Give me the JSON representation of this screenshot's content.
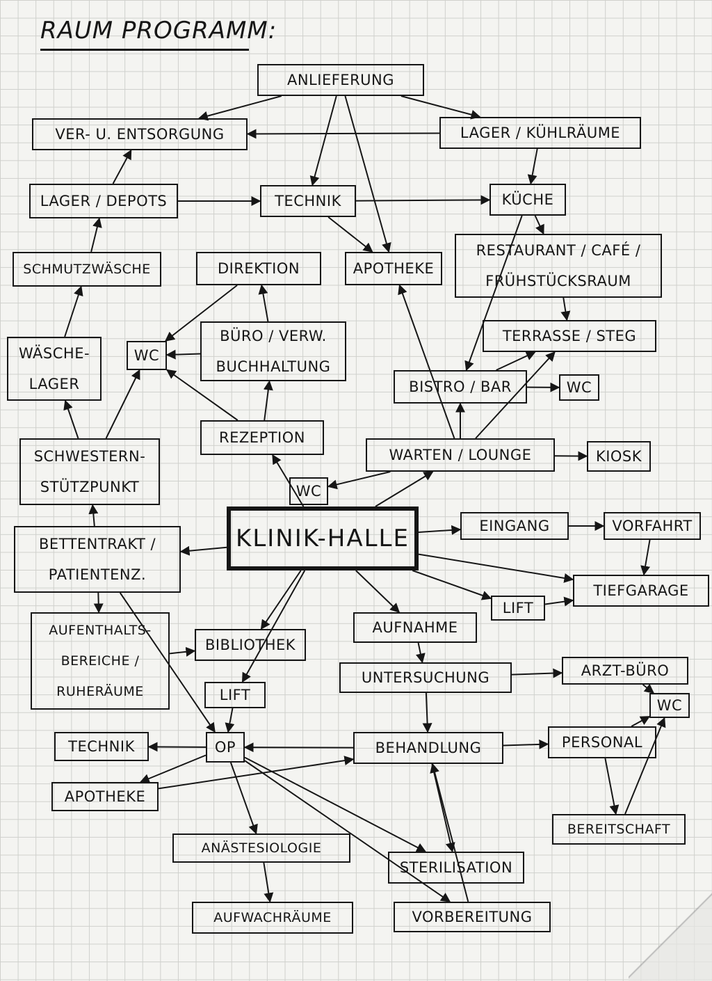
{
  "title": "RAUM PROGRAMM:",
  "nodes": {
    "anlieferung": "ANLIEFERUNG",
    "ver_entsorgung": "VER- U. ENTSORGUNG",
    "lager_kuehl": "LAGER / KÜHLRÄUME",
    "lager_depots": "LAGER / DEPOTS",
    "technik_top": "TECHNIK",
    "kueche": "KÜCHE",
    "schmutzwaesche": "SCHMUTZWÄSCHE",
    "direktion": "DIREKTION",
    "apotheke_top": "APOTHEKE",
    "restaurant": "RESTAURANT / CAFÉ /\nFRÜHSTÜCKSRAUM",
    "waeschelager": "WÄSCHE-\nLAGER",
    "wc_left": "WC",
    "buero": "BÜRO / VERW.\nBUCHHALTUNG",
    "terrasse": "TERRASSE / STEG",
    "bistro": "BISTRO / BAR",
    "wc_bistro": "WC",
    "schwestern": "SCHWESTERN-\nSTÜTZPUNKT",
    "rezeption": "REZEPTION",
    "warten": "WARTEN / LOUNGE",
    "kiosk": "KIOSK",
    "wc_center": "WC",
    "bettentrakt": "BETTENTRAKT /\nPATIENTENZ.",
    "klinik_halle": "KLINIK-HALLE",
    "eingang": "EINGANG",
    "vorfahrt": "VORFAHRT",
    "tiefgarage": "TIEFGARAGE",
    "lift_right": "LIFT",
    "aufenthalt": "AUFENTHALTS-\nBEREICHE /\nRUHERÄUME",
    "bibliothek": "BIBLIOTHEK",
    "aufnahme": "AUFNAHME",
    "untersuchung": "UNTERSUCHUNG",
    "arzt_buero": "ARZT-BÜRO",
    "lift_left": "LIFT",
    "wc_right": "WC",
    "technik_bottom": "TECHNIK",
    "op": "OP",
    "behandlung": "BEHANDLUNG",
    "personal": "PERSONAL",
    "apotheke_bottom": "APOTHEKE",
    "bereitschaft": "BEREITSCHAFT",
    "anaestesiologie": "ANÄSTESIOLOGIE",
    "sterilisation": "STERILISATION",
    "aufwachraeume": "AUFWACHRÄUME",
    "vorbereitung": "VORBEREITUNG"
  },
  "edges": [
    [
      "anlieferung",
      "ver_entsorgung"
    ],
    [
      "anlieferung",
      "lager_kuehl"
    ],
    [
      "anlieferung",
      "technik_top"
    ],
    [
      "anlieferung",
      "apotheke_top"
    ],
    [
      "lager_kuehl",
      "ver_entsorgung"
    ],
    [
      "lager_kuehl",
      "kueche"
    ],
    [
      "lager_depots",
      "ver_entsorgung"
    ],
    [
      "lager_depots",
      "technik_top"
    ],
    [
      "technik_top",
      "kueche"
    ],
    [
      "technik_top",
      "apotheke_top"
    ],
    [
      "kueche",
      "restaurant"
    ],
    [
      "kueche",
      "bistro"
    ],
    [
      "restaurant",
      "terrasse"
    ],
    [
      "bistro",
      "terrasse"
    ],
    [
      "bistro",
      "wc_bistro"
    ],
    [
      "schmutzwaesche",
      "lager_depots"
    ],
    [
      "waeschelager",
      "schmutzwaesche"
    ],
    [
      "schwestern",
      "waeschelager"
    ],
    [
      "schwestern",
      "wc_left"
    ],
    [
      "buero",
      "direktion"
    ],
    [
      "buero",
      "wc_left"
    ],
    [
      "direktion",
      "wc_left"
    ],
    [
      "rezeption",
      "buero"
    ],
    [
      "rezeption",
      "wc_left"
    ],
    [
      "warten",
      "bistro"
    ],
    [
      "warten",
      "kiosk"
    ],
    [
      "warten",
      "wc_center"
    ],
    [
      "warten",
      "terrasse"
    ],
    [
      "warten",
      "apotheke_top"
    ],
    [
      "bettentrakt",
      "schwestern"
    ],
    [
      "bettentrakt",
      "aufenthalt"
    ],
    [
      "klinik_halle",
      "rezeption"
    ],
    [
      "klinik_halle",
      "warten"
    ],
    [
      "klinik_halle",
      "bettentrakt"
    ],
    [
      "klinik_halle",
      "eingang"
    ],
    [
      "klinik_halle",
      "tiefgarage"
    ],
    [
      "klinik_halle",
      "lift_right"
    ],
    [
      "klinik_halle",
      "aufnahme"
    ],
    [
      "klinik_halle",
      "bibliothek"
    ],
    [
      "klinik_halle",
      "lift_left"
    ],
    [
      "eingang",
      "vorfahrt"
    ],
    [
      "vorfahrt",
      "tiefgarage"
    ],
    [
      "lift_right",
      "tiefgarage"
    ],
    [
      "aufenthalt",
      "bibliothek"
    ],
    [
      "aufnahme",
      "untersuchung"
    ],
    [
      "untersuchung",
      "arzt_buero"
    ],
    [
      "untersuchung",
      "behandlung"
    ],
    [
      "arzt_buero",
      "wc_right"
    ],
    [
      "personal",
      "wc_right"
    ],
    [
      "bereitschaft",
      "wc_right"
    ],
    [
      "lift_left",
      "op"
    ],
    [
      "bettentrakt",
      "op"
    ],
    [
      "op",
      "technik_bottom"
    ],
    [
      "op",
      "apotheke_bottom"
    ],
    [
      "op",
      "anaestesiologie"
    ],
    [
      "op",
      "sterilisation"
    ],
    [
      "op",
      "vorbereitung"
    ],
    [
      "behandlung",
      "op"
    ],
    [
      "behandlung",
      "personal"
    ],
    [
      "behandlung",
      "sterilisation"
    ],
    [
      "personal",
      "bereitschaft"
    ],
    [
      "anaestesiologie",
      "aufwachraeume"
    ],
    [
      "vorbereitung",
      "behandlung"
    ],
    [
      "apotheke_bottom",
      "behandlung"
    ]
  ]
}
